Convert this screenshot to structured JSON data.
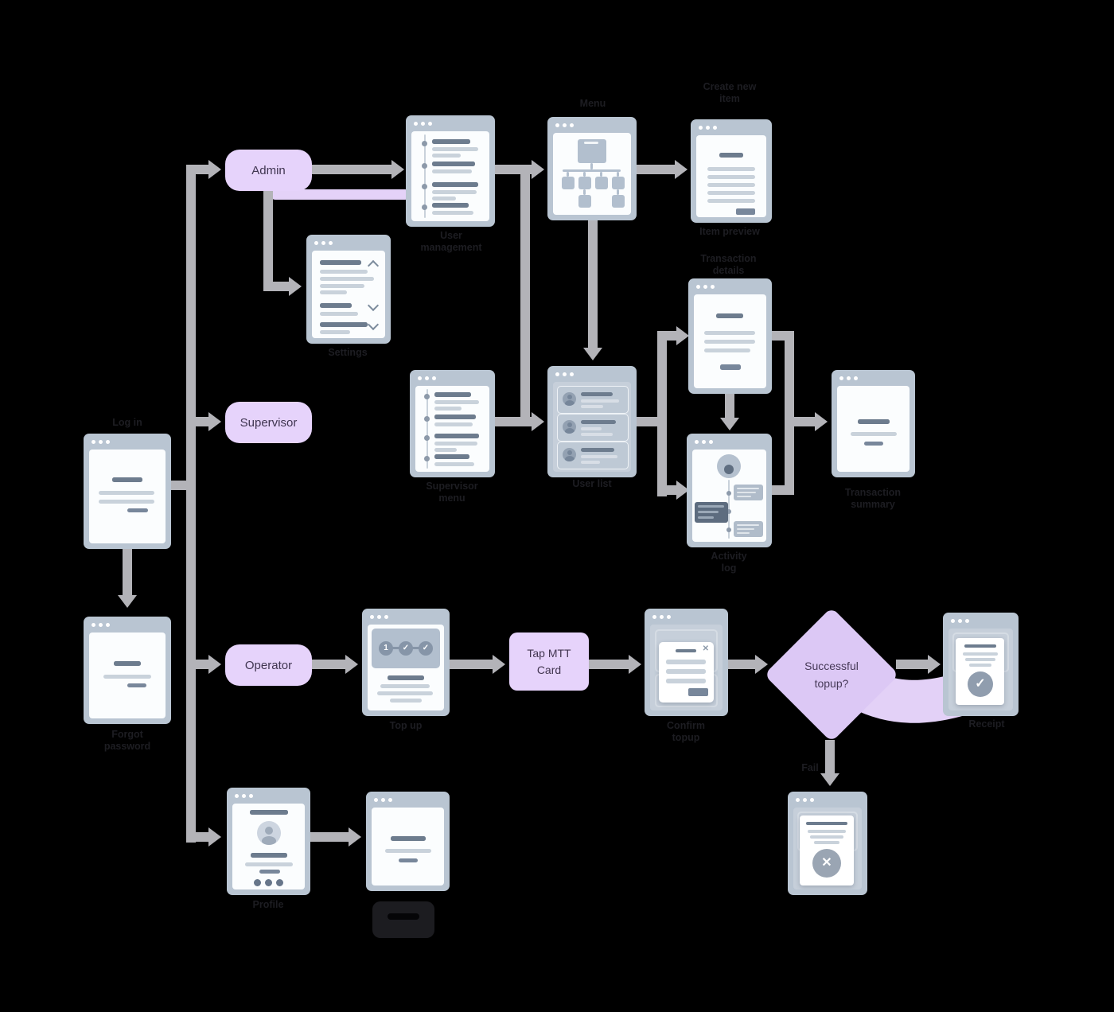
{
  "palette": {
    "background": "#000000",
    "window_frame": "#b9c5d2",
    "window_content": "#fbfdfe",
    "window_content_gray": "#c6cfda",
    "line_dark": "#6d7c8e",
    "line_light": "#c9d2db",
    "line_slate": "#78879b",
    "connector": "#b3b3b8",
    "node_purple": "#e6d3fb",
    "diamond_purple": "#dcc8f5",
    "ribbon_purple": "#e3d1f7",
    "caption_text": "#1d1d22"
  },
  "nodes": {
    "admin": "Admin",
    "supervisor": "Supervisor",
    "operator": "Operator",
    "tap_card": "Tap MTT Card",
    "decision": "Successful topup?"
  },
  "icons": {
    "close": "✕",
    "check": "✓",
    "fail_x": "✕",
    "step_one": "1"
  },
  "captions": {
    "login": "Log in",
    "user_management": "User\nmanagement",
    "org": "Menu",
    "create_item": "Create new\nitem",
    "item_preview": "Item preview",
    "details": "Transaction\ndetails",
    "settings": "Settings",
    "supervisor_menu": "Supervisor\nmenu",
    "user_list": "User list",
    "activity_log": "Activity\nlog",
    "summary": "Transaction\nsummary",
    "forgot_password": "Forgot\npassword",
    "top_up": "Top up",
    "confirm": "Confirm\ntopup",
    "receipt": "Receipt",
    "fail": "Fail",
    "profile": "Profile"
  }
}
